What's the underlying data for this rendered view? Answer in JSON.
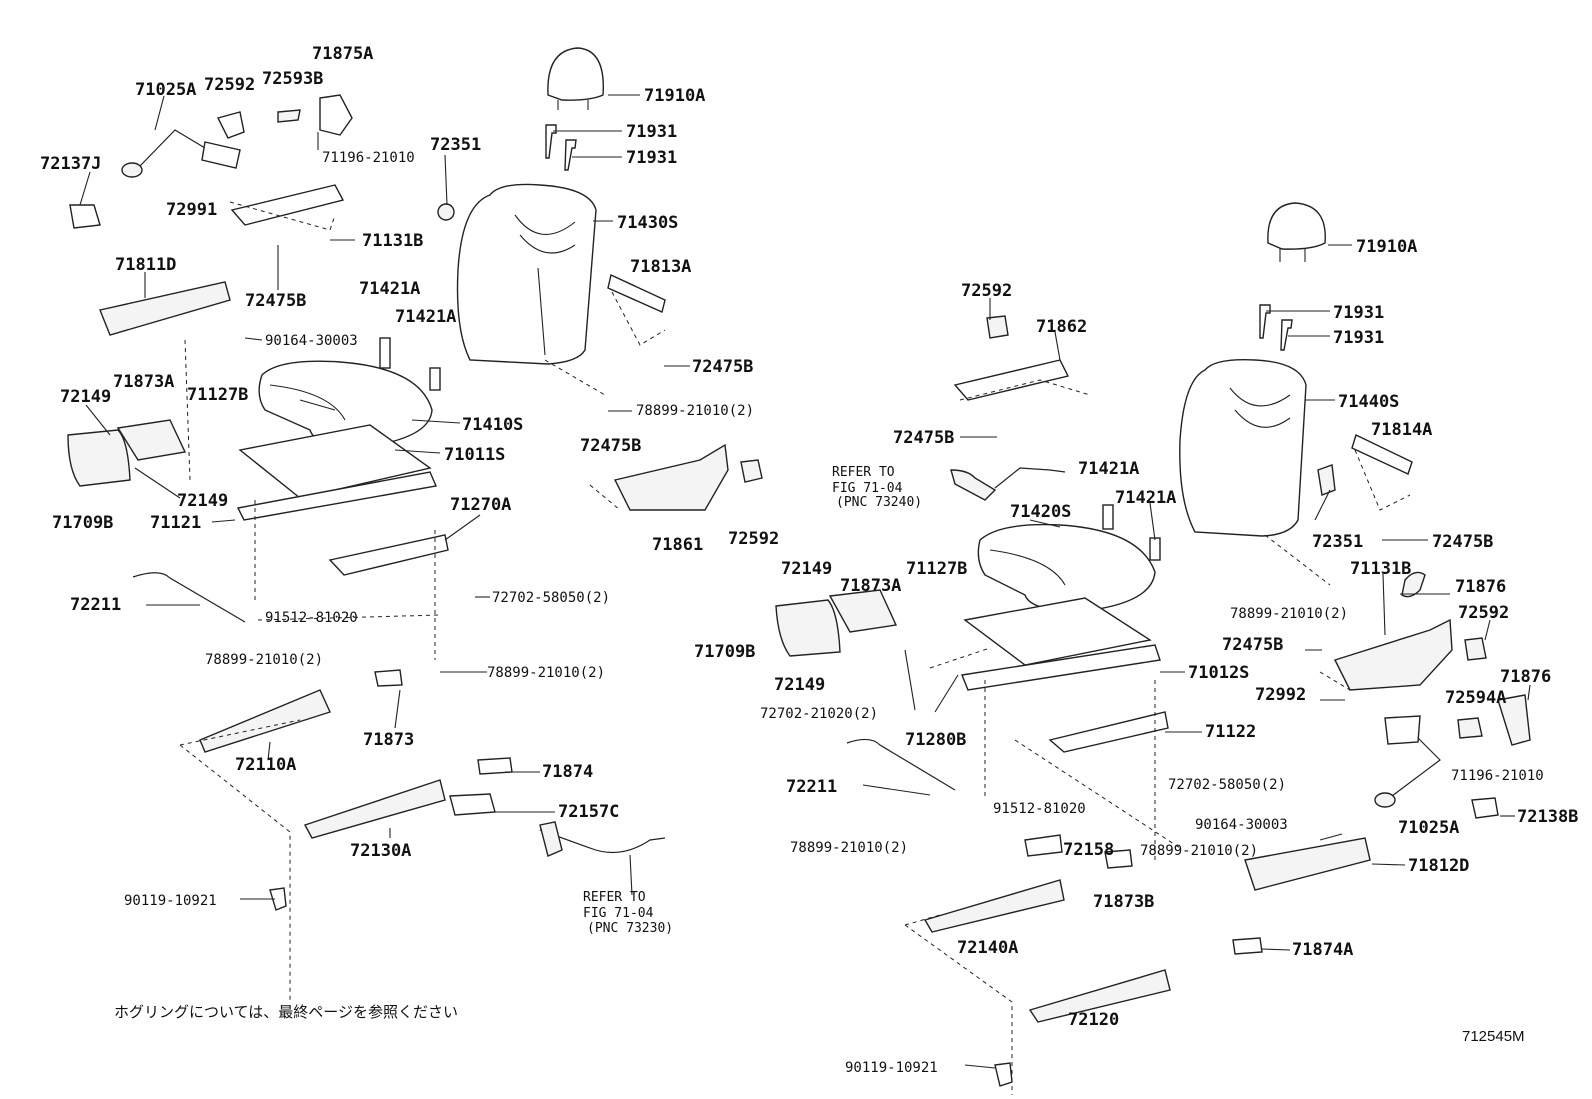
{
  "labels": {
    "p71025A_l": "71025A",
    "p72592_l": "72592",
    "p72593B": "72593B",
    "p71875A": "71875A",
    "p72137J": "72137J",
    "p71196_l": "71196-21010",
    "p72991": "72991",
    "p71131B_l": "71131B",
    "p72475B_l1": "72475B",
    "p71811D": "71811D",
    "p90164_l": "90164-30003",
    "p71421A_l1": "71421A",
    "p71421A_l2": "71421A",
    "p72351_l": "72351",
    "p71910A_l": "71910A",
    "p71931_l1": "71931",
    "p71931_l2": "71931",
    "p71430S": "71430S",
    "p71813A": "71813A",
    "p72475B_l2": "72475B",
    "p78899_l1": "78899-21010(2)",
    "p72149_l1": "72149",
    "p71873A_l": "71873A",
    "p71127B_l": "71127B",
    "p71410S": "71410S",
    "p71011S": "71011S",
    "p72149_l2": "72149",
    "p71709B_l": "71709B",
    "p71121": "71121",
    "p71270A": "71270A",
    "p72475B_l3": "72475B",
    "p71861": "71861",
    "p72592_l2": "72592",
    "p72211_l": "72211",
    "p91512_l": "91512-81020",
    "p72702_l": "72702-58050(2)",
    "p78899_l2": "78899-21010(2)",
    "p78899_l3": "78899-21010(2)",
    "p71873": "71873",
    "p72110A": "72110A",
    "p71874": "71874",
    "p72157C": "72157C",
    "p72130A": "72130A",
    "p90119_l": "90119-10921",
    "p71910A_r": "71910A",
    "p72592_r1": "72592",
    "p71862": "71862",
    "p71931_r1": "71931",
    "p71931_r2": "71931",
    "p71440S": "71440S",
    "p72475B_r1": "72475B",
    "p71814A": "71814A",
    "p71421A_r1": "71421A",
    "p71421A_r2": "71421A",
    "p71420S": "71420S",
    "p72351_r": "72351",
    "p72475B_r2": "72475B",
    "p72149_r1": "72149",
    "p71873A_r": "71873A",
    "p71127B_r": "71127B",
    "p71131B_r": "71131B",
    "p71876_r1": "71876",
    "p78899_r1": "78899-21010(2)",
    "p72592_r2": "72592",
    "p71709B_r": "71709B",
    "p72475B_r3": "72475B",
    "p71012S": "71012S",
    "p71876_r2": "71876",
    "p72149_r2": "72149",
    "p72992": "72992",
    "p72594A": "72594A",
    "p72702_r1": "72702-21020(2)",
    "p71280B": "71280B",
    "p71122": "71122",
    "p72211_r": "72211",
    "p72702_r2": "72702-58050(2)",
    "p71196_r": "71196-21010",
    "p91512_r": "91512-81020",
    "p71025A_r": "71025A",
    "p72138B": "72138B",
    "p90164_r": "90164-30003",
    "p78899_r2": "78899-21010(2)",
    "p78899_r3": "78899-21010(2)",
    "p72158": "72158",
    "p71812D": "71812D",
    "p71873B": "71873B",
    "p72140A": "72140A",
    "p71874A": "71874A",
    "p72120": "72120",
    "p90119_r": "90119-10921"
  },
  "refer_left": {
    "line1": "REFER TO",
    "line2": "FIG 71-04",
    "line3": "(PNC 73230)"
  },
  "refer_right": {
    "line1": "REFER TO",
    "line2": "FIG 71-04",
    "line3": "(PNC 73240)"
  },
  "footer": {
    "note_jp": "ホグリングについては、最終ページを参照ください",
    "diagram_code": "712545M"
  }
}
